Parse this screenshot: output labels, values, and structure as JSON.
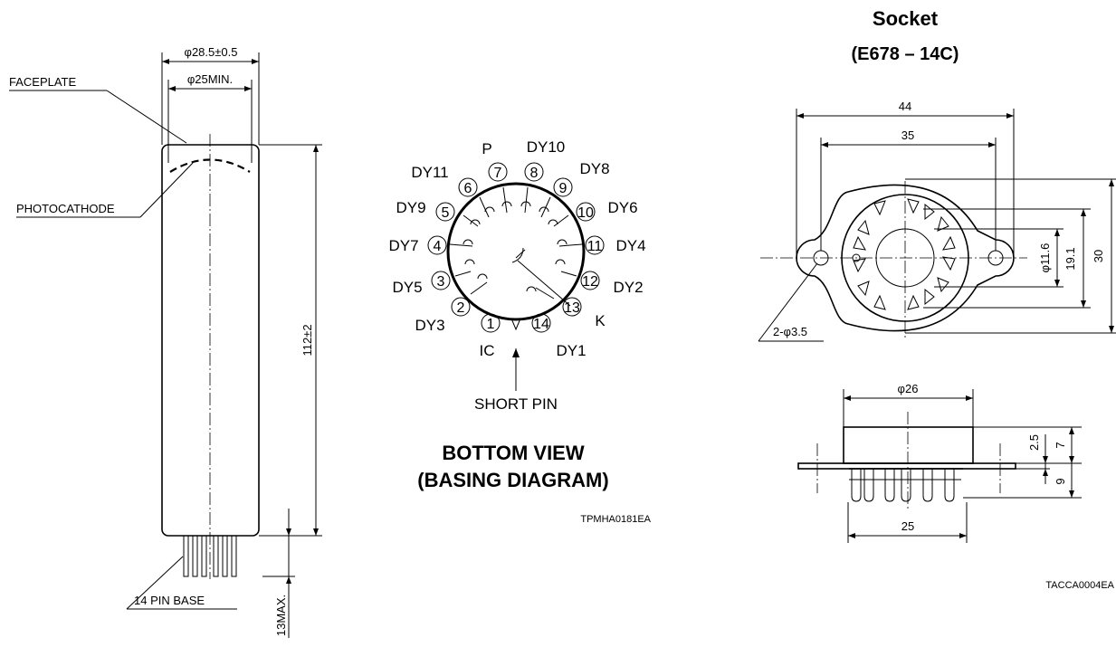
{
  "tube": {
    "dim_outer": "φ28.5±0.5",
    "dim_inner": "φ25MIN.",
    "faceplate": "FACEPLATE",
    "photocathode": "PHOTOCATHODE",
    "length": "112±2",
    "pin_max": "13MAX.",
    "pin_base": "14 PIN BASE"
  },
  "basing": {
    "labels": {
      "P": "P",
      "DY10": "DY10",
      "DY11": "DY11",
      "DY8": "DY8",
      "DY9": "DY9",
      "DY6": "DY6",
      "DY7": "DY7",
      "DY4": "DY4",
      "DY5": "DY5",
      "DY2": "DY2",
      "DY3": "DY3",
      "K": "K",
      "IC": "IC",
      "DY1": "DY1"
    },
    "pins": [
      "1",
      "2",
      "3",
      "4",
      "5",
      "6",
      "7",
      "8",
      "9",
      "10",
      "11",
      "12",
      "13",
      "14"
    ],
    "short_pin": "SHORT PIN",
    "title1": "BOTTOM VIEW",
    "title2": "(BASING DIAGRAM)",
    "code": "TPMHA0181EA"
  },
  "socket": {
    "title1": "Socket",
    "title2": "(E678 – 14C)",
    "d44": "44",
    "d35": "35",
    "d30": "30",
    "d19": "19.1",
    "d116": "φ11.6",
    "holes": "2-φ3.5",
    "d26": "φ26",
    "d25": "25",
    "d25h": "2.5",
    "d7": "7",
    "d9": "9",
    "code": "TACCA0004EA"
  }
}
